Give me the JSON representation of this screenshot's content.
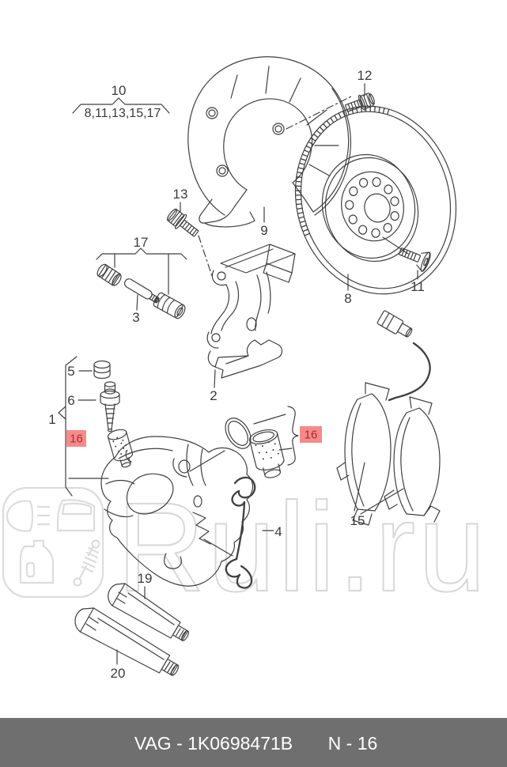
{
  "page": {
    "background": "#ffffff",
    "line_color": "#3f3f3f"
  },
  "watermark": {
    "wordmark": "Ruli.ru",
    "color": "#d9d9d9"
  },
  "highlight": {
    "background": "#f58a8a",
    "text_color": "#aa2c2c"
  },
  "footer": {
    "background": "#6f6f6f",
    "text_color": "#ffffff",
    "catalog_code": "VAG - 1K0698471B",
    "page_ref": "N - 16"
  },
  "labels": {
    "group": "10",
    "group_includes": "8,11,13,15,17",
    "caliper_assembly": "1",
    "carrier": "2",
    "guide_pin": "3",
    "spring_clip": "4",
    "cap": "5",
    "bleeder_valve": "6",
    "brake_disc": "8",
    "splash_shield": "9",
    "countersunk_screw": "11",
    "wheel_bolt": "12",
    "carrier_bolt": "13",
    "brake_pads": "15",
    "repair_kit_left": "16",
    "repair_kit_right": "16",
    "guide_sleeve_kit": "17",
    "grease_tube_small": "19",
    "grease_tube_large": "20"
  }
}
